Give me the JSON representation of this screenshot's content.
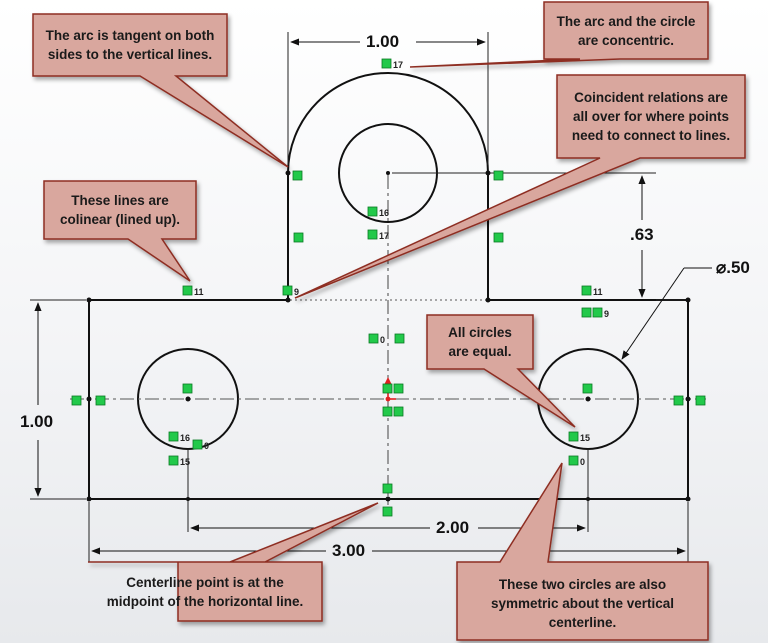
{
  "dimensions": {
    "top_width": "1.00",
    "height_63": ".63",
    "diameter": "⌀.50",
    "left_height": "1.00",
    "spacing": "2.00",
    "overall_width": "3.00"
  },
  "callouts": {
    "tangent": "The arc is tangent on both sides to the vertical lines.",
    "concentric": "The arc and the circle are concentric.",
    "coincident": "Coincident relations are all over for where points need to connect to lines.",
    "colinear": "These lines are colinear (lined up).",
    "equal": "All circles are equal.",
    "midpoint": "Centerline point is at the midpoint of the horizontal line.",
    "symmetric": "These two circles are also symmetric about the vertical centerline."
  },
  "relation_numbers": {
    "r17_top": "17",
    "r16_inner": "16",
    "r17_inner": "17",
    "r11_left": "11",
    "r9_left": "9",
    "r11_right": "11",
    "r9_right": "9",
    "r0_center": "0",
    "r16_left": "16",
    "r0_left": "0",
    "r15_left": "15",
    "r15_right": "15",
    "r0_right": "0"
  },
  "colors": {
    "callout_fill": "#d9a79e",
    "callout_border": "#8e2d22",
    "relation_green": "#22c94a",
    "construction": "#333333"
  }
}
